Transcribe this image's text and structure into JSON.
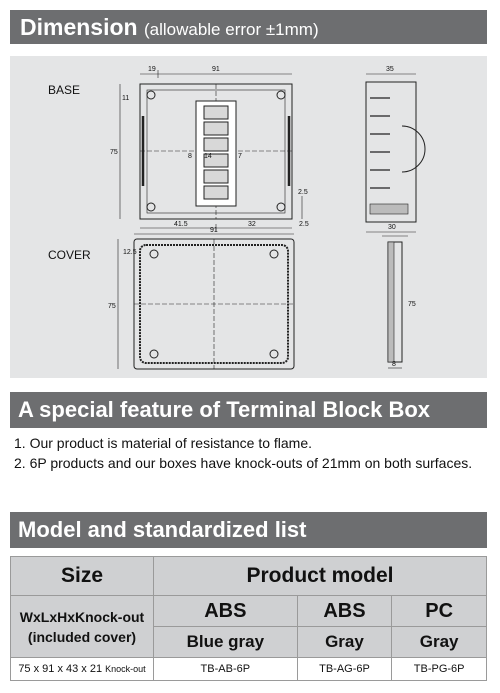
{
  "dimension": {
    "title": "Dimension",
    "subtitle": "(allowable error ±1mm)"
  },
  "drawing": {
    "base_label": "BASE",
    "cover_label": "COVER",
    "dims": {
      "d19": "19",
      "d91": "91",
      "d35": "35",
      "d11": "11",
      "d75": "75",
      "d8": "8",
      "d14": "14",
      "d7": "7",
      "d25a": "2.5",
      "d415": "41.5",
      "d32": "32",
      "d25b": "2.5",
      "d30": "30",
      "d91c": "91",
      "d125": "12.5",
      "d75c": "75",
      "d75r": "75",
      "d8c": "8"
    }
  },
  "feature": {
    "title": "A special feature of Terminal Block Box",
    "items": [
      "1. Our product is material of resistance to flame.",
      "2. 6P products and our boxes have knock-outs of 21mm on both surfaces."
    ]
  },
  "model": {
    "title": "Model and standardized list",
    "size_header": "Size",
    "product_header": "Product model",
    "size_label_line1": "WxLxHxKnock-out",
    "size_label_line2": "(included cover)",
    "materials": [
      "ABS",
      "ABS",
      "PC"
    ],
    "colors": [
      "Blue gray",
      "Gray",
      "Gray"
    ],
    "row": {
      "size": "75 x 91 x 43 x 21",
      "knock": "Knock-out",
      "models": [
        "TB-AB-6P",
        "TB-AG-6P",
        "TB-PG-6P"
      ]
    }
  }
}
